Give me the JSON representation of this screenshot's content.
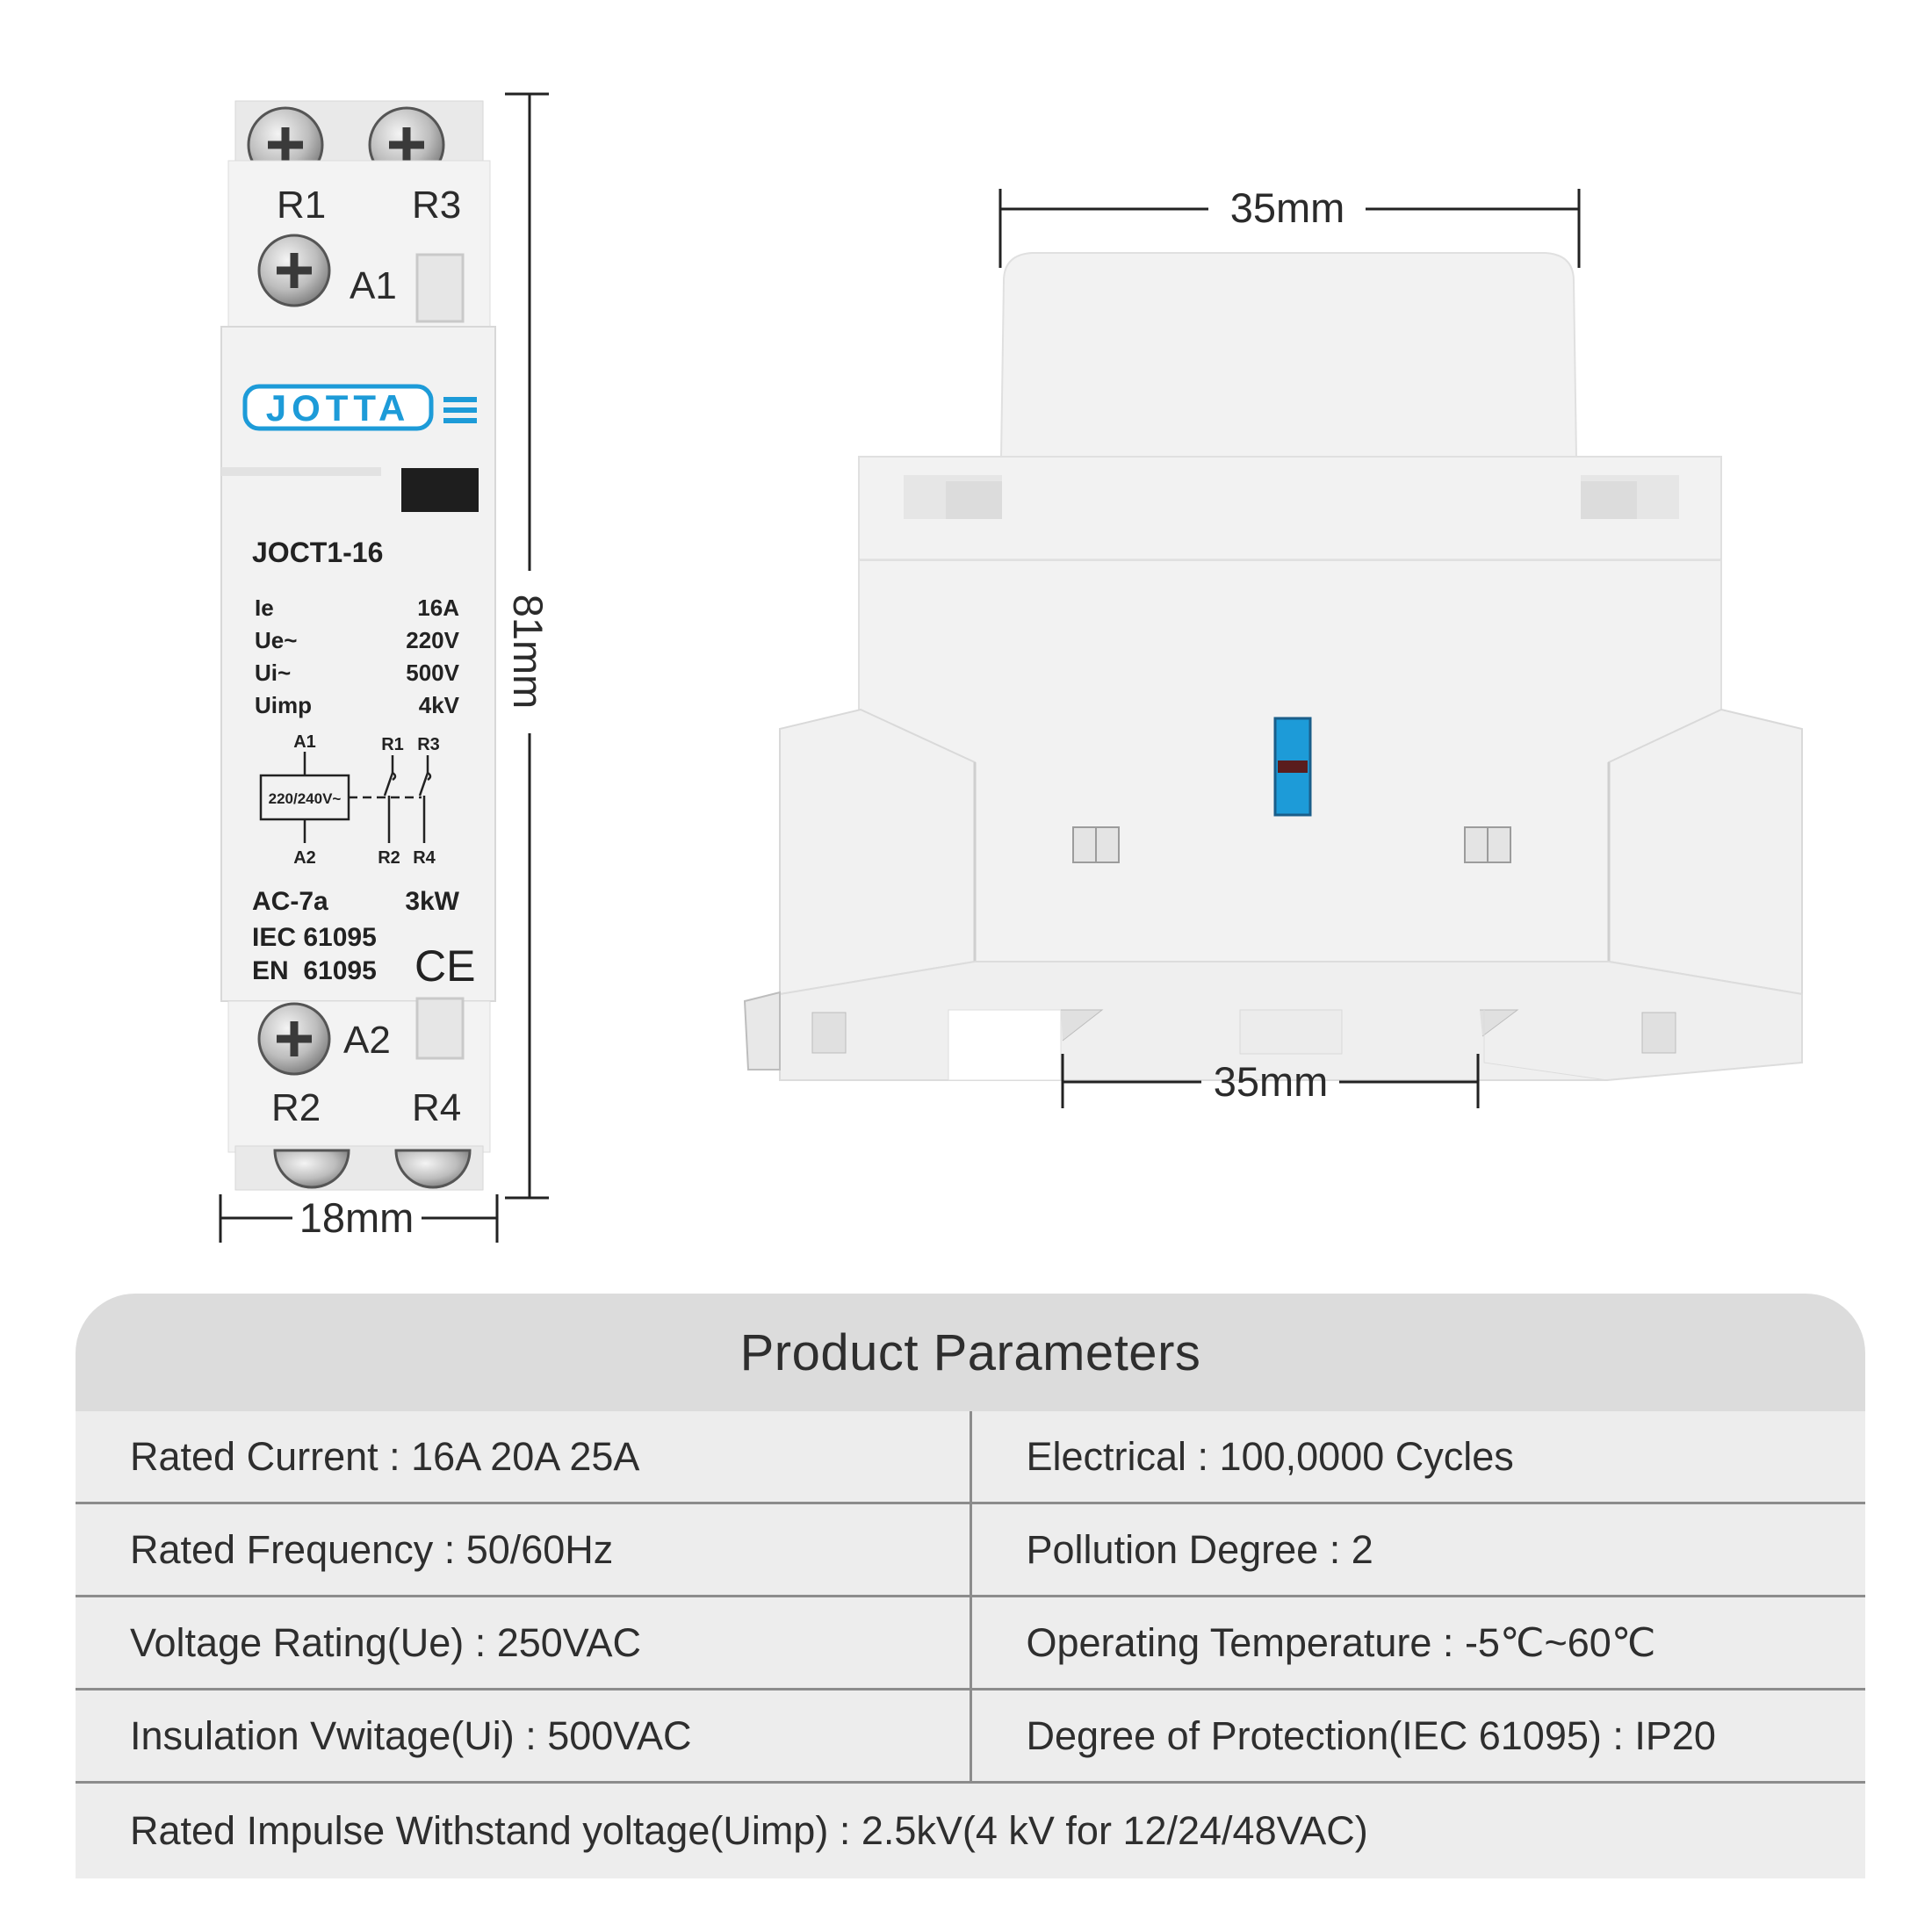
{
  "device_front": {
    "brand": "JOTTA",
    "model": "JOCT1-16",
    "terminals": {
      "top_left": "R1",
      "top_right": "R3",
      "coil_top": "A1",
      "coil_bottom": "A2",
      "bottom_left": "R2",
      "bottom_right": "R4"
    },
    "specs": [
      {
        "name": "Ie",
        "value": "16A"
      },
      {
        "name": "Ue~",
        "value": "220V"
      },
      {
        "name": "Ui~",
        "value": "500V"
      },
      {
        "name": "Uimp",
        "value": "4kV"
      }
    ],
    "schematic": {
      "a1": "A1",
      "a2": "A2",
      "r1": "R1",
      "r3": "R3",
      "r2": "R2",
      "r4": "R4",
      "coil": "220/240V~"
    },
    "category": "AC-7a",
    "power": "3kW",
    "standard_1": "IEC 61095",
    "standard_2": "EN  61095",
    "ce_mark": "CE"
  },
  "dimensions": {
    "height": "81mm",
    "width": "18mm",
    "top_width": "35mm",
    "rail_width": "35mm"
  },
  "colors": {
    "brand_blue": "#1d9bd8",
    "body": "#f2f2f2",
    "header_bg": "#dcdcdc",
    "row_bg": "#ededed"
  },
  "params": {
    "title": "Product Parameters",
    "rows": [
      {
        "left": "Rated Current : 16A 20A 25A",
        "right": "Electrical : 100,0000 Cycles"
      },
      {
        "left": "Rated Frequency : 50/60Hz",
        "right": "Pollution Degree : 2"
      },
      {
        "left": "Voltage Rating(Ue) : 250VAC",
        "right": "Operating Temperature : -5℃~60℃"
      },
      {
        "left": "Insulation Vwitage(Ui) : 500VAC",
        "right": "Degree of Protection(IEC 61095) : IP20"
      }
    ],
    "full_row": "Rated Impulse Withstand yoltage(Uimp) : 2.5kV(4 kV for 12/24/48VAC)"
  }
}
